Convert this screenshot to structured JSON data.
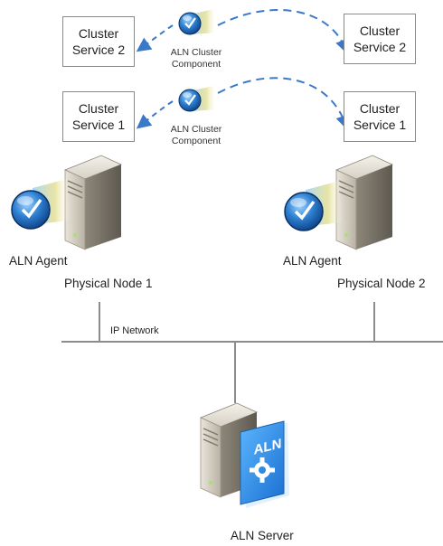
{
  "top_row": {
    "left_box": "Cluster\nService 2",
    "right_box": "Cluster\nService 2",
    "component_label": "ALN Cluster\nComponent"
  },
  "second_row": {
    "left_box": "Cluster\nService 1",
    "right_box": "Cluster\nService 1",
    "component_label": "ALN Cluster\nComponent"
  },
  "node1": {
    "agent_label": "ALN Agent",
    "node_label": "Physical Node 1"
  },
  "node2": {
    "agent_label": "ALN Agent",
    "node_label": "Physical Node 2"
  },
  "network": {
    "label": "IP Network"
  },
  "server": {
    "label": "ALN Server",
    "badge_text": "ALN"
  },
  "colors": {
    "arrow": "#3a78c9",
    "box_border": "#8a8a8a",
    "line": "#8c8c8c",
    "server_body": "#c9c2b4",
    "server_dark": "#6f6a61",
    "aln_blue": "#2e8be0"
  }
}
